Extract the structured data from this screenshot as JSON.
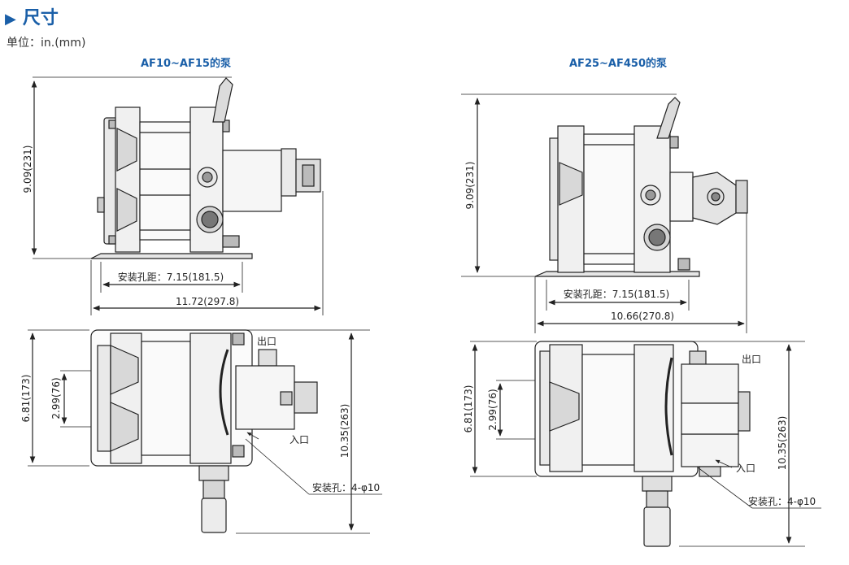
{
  "header": {
    "marker": "▶",
    "title": "尺寸",
    "unit_label": "单位：in.(mm)"
  },
  "pumps": [
    {
      "title": "AF10~AF15的泵",
      "side_view": {
        "height": "9.09(231)",
        "mount_hole_distance": "安装孔距：7.15(181.5)",
        "length": "11.72(297.8)"
      },
      "top_view": {
        "depth": "6.81(173)",
        "inner_depth": "2.99(76)",
        "total_height": "10.35(263)",
        "outlet": "出口",
        "inlet": "入口",
        "mount_holes": "安装孔：4-φ10"
      }
    },
    {
      "title": "AF25~AF450的泵",
      "side_view": {
        "height": "9.09(231)",
        "mount_hole_distance": "安装孔距：7.15(181.5)",
        "length": "10.66(270.8)"
      },
      "top_view": {
        "depth": "6.81(173)",
        "inner_depth": "2.99(76)",
        "total_height": "10.35(263)",
        "outlet": "出口",
        "inlet": "入口",
        "mount_holes": "安装孔：4-φ10"
      }
    }
  ]
}
